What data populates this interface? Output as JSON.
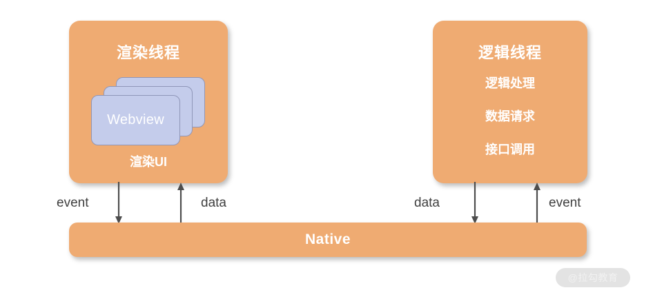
{
  "diagram": {
    "title": "Mini-program dual-thread architecture",
    "colors": {
      "box_fill": "#efab72",
      "webview_fill": "#c4cceb",
      "webview_border": "#8f96b8",
      "arrow": "#4d4d4d",
      "label_text": "#404040",
      "box_text": "#ffffff",
      "background": "#ffffff",
      "watermark_pill": "#e3e3e3",
      "watermark_text": "#f2f2f2"
    },
    "render_thread": {
      "title": "渲染线程",
      "webview_label": "Webview",
      "webview_stack_count": 3,
      "footer": "渲染UI"
    },
    "logic_thread": {
      "title": "逻辑线程",
      "items": [
        {
          "label": "逻辑处理"
        },
        {
          "label": "数据请求"
        },
        {
          "label": "接口调用"
        }
      ]
    },
    "native": {
      "label": "Native"
    },
    "arrows": [
      {
        "id": "event-left",
        "label": "event",
        "direction": "down",
        "from": "渲染线程",
        "to": "Native"
      },
      {
        "id": "data-left",
        "label": "data",
        "direction": "up",
        "from": "Native",
        "to": "渲染线程"
      },
      {
        "id": "data-right",
        "label": "data",
        "direction": "down",
        "from": "逻辑线程",
        "to": "Native"
      },
      {
        "id": "event-right",
        "label": "event",
        "direction": "up",
        "from": "Native",
        "to": "逻辑线程"
      }
    ],
    "watermark": {
      "text": "@拉勾教育"
    }
  }
}
